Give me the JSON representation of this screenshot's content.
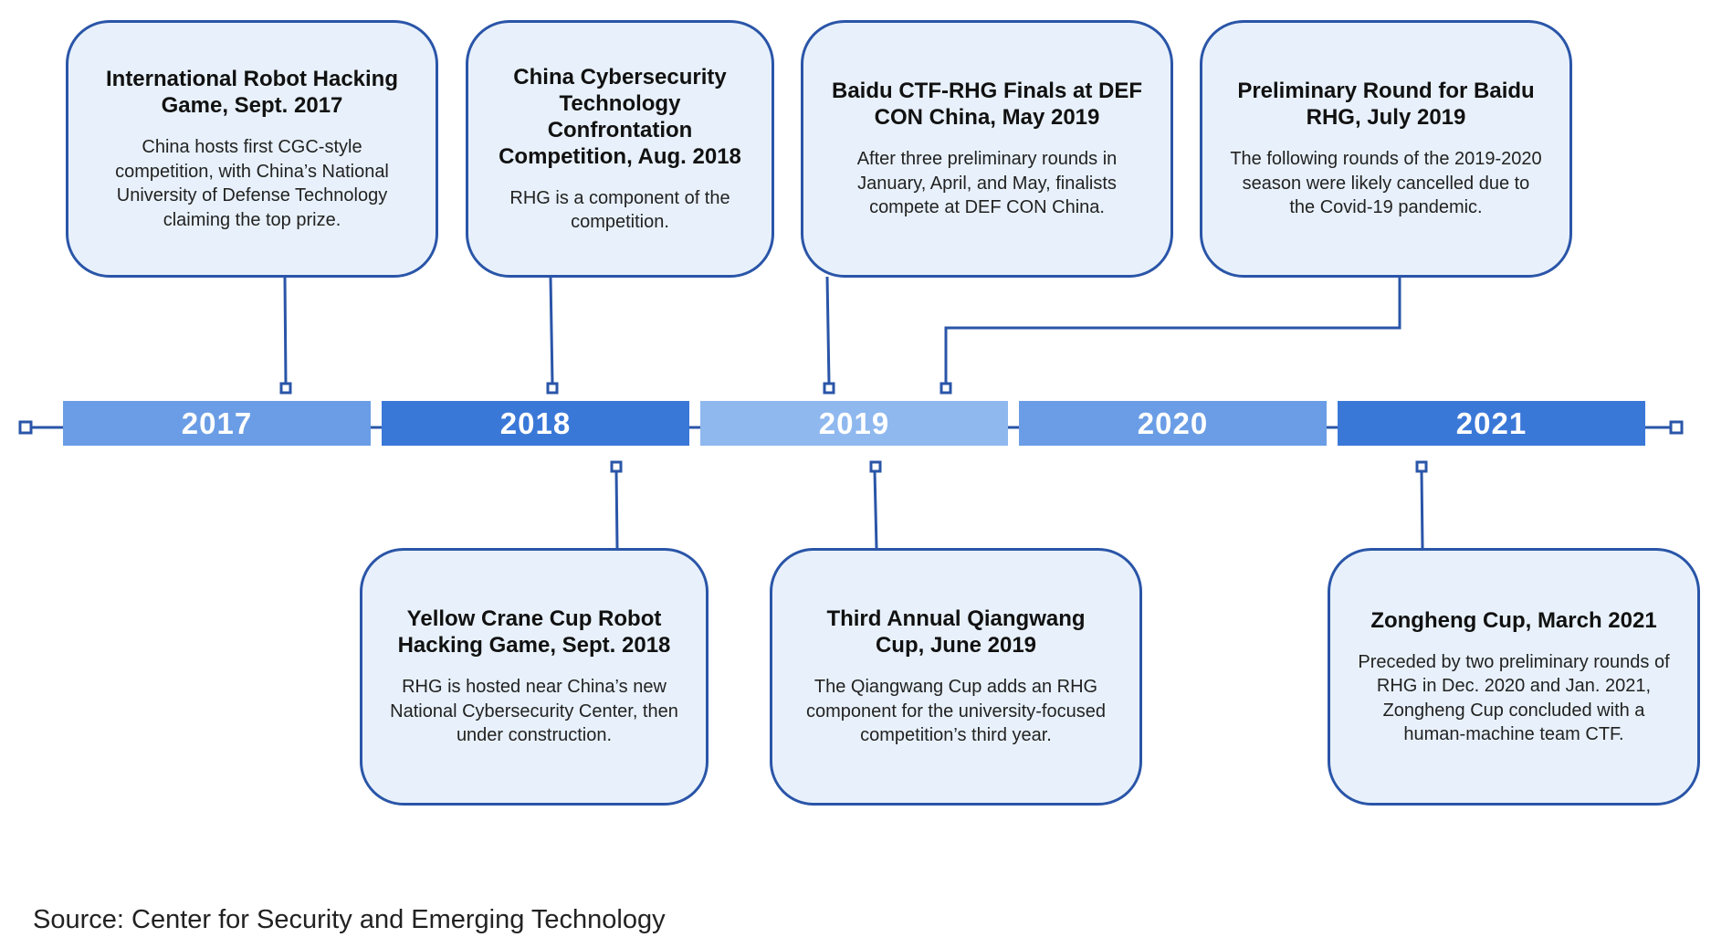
{
  "timeline": {
    "years": [
      {
        "label": "2017",
        "color": "#6a9de5"
      },
      {
        "label": "2018",
        "color": "#3a78d8"
      },
      {
        "label": "2019",
        "color": "#8fb8ef"
      },
      {
        "label": "2020",
        "color": "#6a9de5"
      },
      {
        "label": "2021",
        "color": "#3a78d8"
      }
    ],
    "line_color": "#2a55a8"
  },
  "events_top": [
    {
      "title": "International Robot Hacking Game, Sept. 2017",
      "description": "China hosts first CGC-style competition, with China’s National University of Defense Technology claiming the top prize."
    },
    {
      "title": "China Cybersecurity Technology Confrontation Competition, Aug. 2018",
      "description": "RHG is a component of the competition."
    },
    {
      "title": "Baidu CTF-RHG Finals at DEF CON China, May 2019",
      "description": "After three preliminary rounds in January, April, and May, finalists compete at DEF CON China."
    },
    {
      "title": "Preliminary Round for Baidu RHG, July 2019",
      "description": "The following rounds of the 2019-2020 season were likely cancelled due to the Covid-19 pandemic."
    }
  ],
  "events_bottom": [
    {
      "title": "Yellow Crane Cup Robot Hacking Game, Sept. 2018",
      "description": "RHG is hosted near China’s new National Cybersecurity Center, then under construction."
    },
    {
      "title": "Third Annual Qiangwang Cup, June 2019",
      "description": "The Qiangwang Cup adds an RHG component for the university-focused competition’s third year."
    },
    {
      "title": "Zongheng Cup, March 2021",
      "description": "Preceded by two preliminary rounds of RHG in Dec. 2020 and Jan. 2021, Zongheng Cup concluded with a human-machine team CTF."
    }
  ],
  "source": "Source: Center for Security and Emerging Technology"
}
